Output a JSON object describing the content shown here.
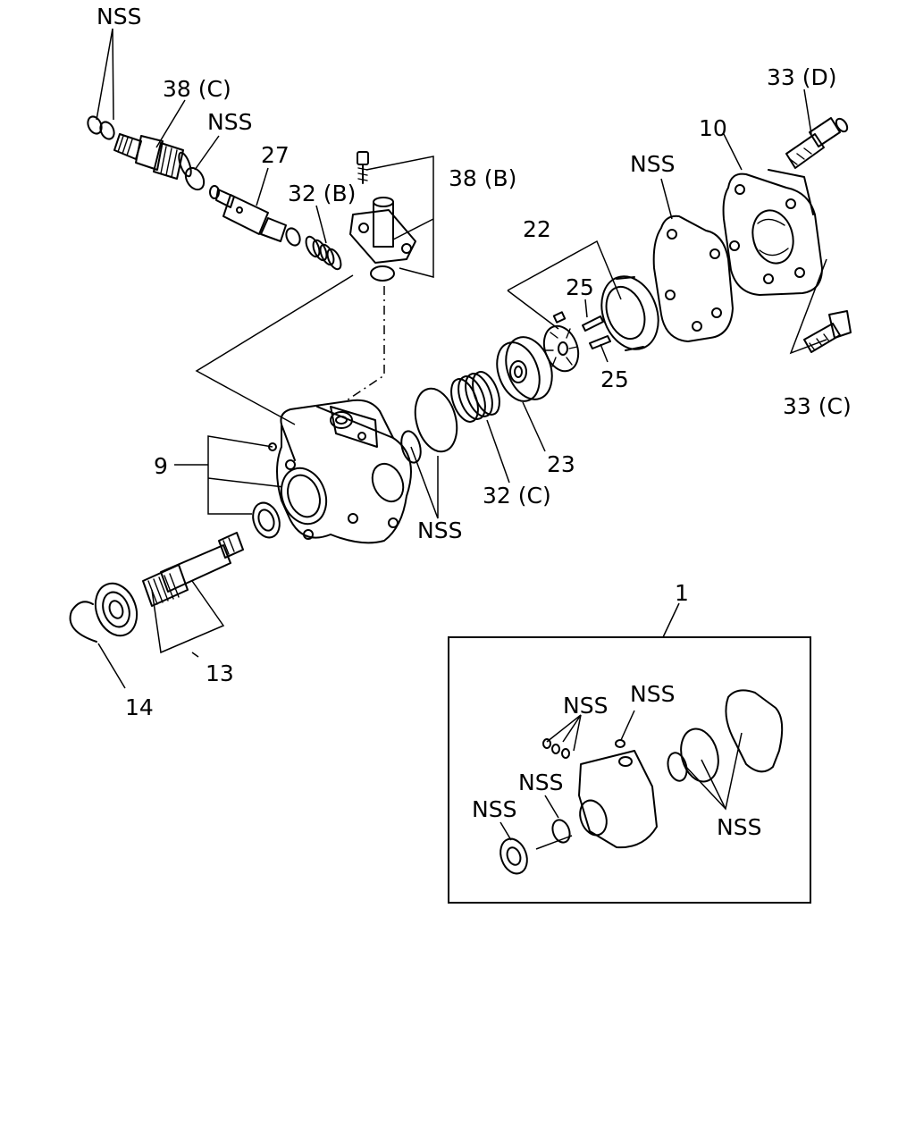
{
  "callouts": {
    "nss_top_left": "NSS",
    "item_38c": "38 (C)",
    "nss_top_center": "NSS",
    "item_27": "27",
    "item_32b": "32 (B)",
    "item_38b": "38 (B)",
    "item_22": "22",
    "item_25_upper": "25",
    "item_25_lower": "25",
    "nss_top_right": "NSS",
    "item_10": "10",
    "item_33d": "33 (D)",
    "item_33c": "33 (C)",
    "item_9": "9",
    "item_23": "23",
    "item_32c": "32 (C)",
    "nss_middle": "NSS",
    "item_13": "13",
    "item_14": "14",
    "item_1": "1"
  },
  "kit_box": {
    "nss_a": "NSS",
    "nss_b": "NSS",
    "nss_c": "NSS",
    "nss_d": "NSS",
    "nss_e": "NSS"
  }
}
